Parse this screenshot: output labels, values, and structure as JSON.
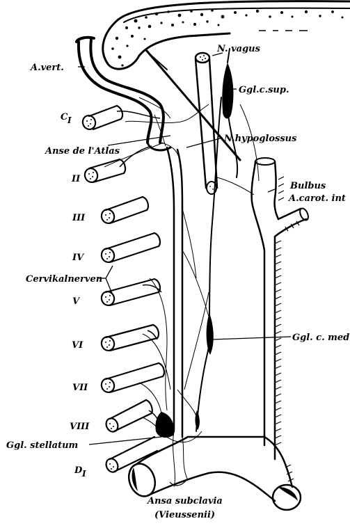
{
  "colors": {
    "ink": "#000000",
    "paper": "#ffffff"
  },
  "labels": {
    "vagus": "N. vagus",
    "a_vert": "A.vert.",
    "ggl_c_sup": "Ggl.c.sup.",
    "c1": "C",
    "c1_sub": "I",
    "anse_atlas": "Anse de l'Atlas",
    "hypoglossus": "N.hypoglossus",
    "bulbus": "Bulbus",
    "a_carot_int": "A.carot. int",
    "cervikalnerven": "Cervikalnerven",
    "ggl_c_med": "Ggl. c. med",
    "ggl_stellatum": "Ggl. stellatum",
    "d1": "D",
    "d1_sub": "I",
    "ansa_subclavia": "Ansa subclavia",
    "vieussenii": "(Vieussenii)"
  },
  "nerve_roots": [
    "II",
    "III",
    "IV",
    "V",
    "VI",
    "VII",
    "VIII"
  ]
}
